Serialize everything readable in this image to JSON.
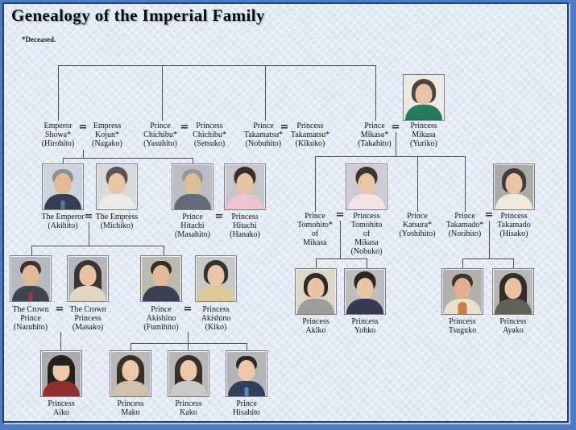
{
  "title": "Genealogy of the Imperial Family",
  "note": "*Deceased.",
  "symbols": {
    "marriage": "="
  },
  "people": {
    "emperor_showa": {
      "label": "Emperor\nShowa*\n(Hirohito)",
      "deceased": true
    },
    "empress_kojun": {
      "label": "Empress\nKojun*\n(Nagako)",
      "deceased": true
    },
    "prince_chichibu": {
      "label": "Prince\nChichibu*\n(Yasuhito)",
      "deceased": true
    },
    "princess_chichibu": {
      "label": "Princess\nChichibu*\n(Setsuko)",
      "deceased": true
    },
    "prince_takamatsu": {
      "label": "Prince\nTakamatsu*\n(Nobuhito)",
      "deceased": true
    },
    "princess_takamatsu": {
      "label": "Princess\nTakamatsu*\n(Kikuko)",
      "deceased": true
    },
    "prince_mikasa": {
      "label": "Prince\nMikasa*\n(Takahito)",
      "deceased": true
    },
    "princess_mikasa": {
      "label": "Princess\nMikasa\n(Yuriko)",
      "deceased": false
    },
    "the_emperor": {
      "label": "The Emperor\n(Akihito)",
      "deceased": false
    },
    "the_empress": {
      "label": "The Empress\n(Michiko)",
      "deceased": false
    },
    "prince_hitachi": {
      "label": "Prince\nHitachi\n(Masahito)",
      "deceased": false
    },
    "princess_hitachi": {
      "label": "Princess\nHitachi\n(Hanako)",
      "deceased": false
    },
    "prince_tomohito": {
      "label": "Prince\nTomohito*\nof\nMikasa",
      "deceased": true
    },
    "princess_tomohito": {
      "label": "Princess\nTomohito\nof\nMikasa\n(Nobuko)",
      "deceased": false
    },
    "prince_katsura": {
      "label": "Prince\nKatsura*\n(Yoshihito)",
      "deceased": true
    },
    "prince_takamado": {
      "label": "Prince\nTakamado*\n(Norihito)",
      "deceased": true
    },
    "princess_takamado": {
      "label": "Princess\nTakamado\n(Hisako)",
      "deceased": false
    },
    "crown_prince": {
      "label": "The Crown\nPrince\n(Naruhito)",
      "deceased": false
    },
    "crown_princess": {
      "label": "The Crown\nPrincess\n(Masako)",
      "deceased": false
    },
    "prince_akishino": {
      "label": "Prince\nAkishino\n(Fumihito)",
      "deceased": false
    },
    "princess_akishino": {
      "label": "Princess\nAkishino\n(Kiko)",
      "deceased": false
    },
    "princess_akiko": {
      "label": "Princess\nAkiko",
      "deceased": false
    },
    "princess_yohko": {
      "label": "Princess\nYohko",
      "deceased": false
    },
    "princess_tsuguko": {
      "label": "Princess\nTsuguko",
      "deceased": false
    },
    "princess_ayako": {
      "label": "Princess\nAyako",
      "deceased": false
    },
    "princess_aiko": {
      "label": "Princess\nAiko",
      "deceased": false
    },
    "princess_mako": {
      "label": "Princess\nMako",
      "deceased": false
    },
    "princess_kako": {
      "label": "Princess\nKako",
      "deceased": false
    },
    "prince_hisahito": {
      "label": "Prince\nHisahito",
      "deceased": false
    }
  },
  "relationships": [
    {
      "couple": [
        "emperor_showa",
        "empress_kojun"
      ],
      "children": [
        "the_emperor",
        "prince_hitachi"
      ]
    },
    {
      "couple": [
        "prince_chichibu",
        "princess_chichibu"
      ],
      "children": []
    },
    {
      "couple": [
        "prince_takamatsu",
        "princess_takamatsu"
      ],
      "children": []
    },
    {
      "couple": [
        "prince_mikasa",
        "princess_mikasa"
      ],
      "children": [
        "prince_tomohito",
        "prince_katsura",
        "prince_takamado"
      ]
    },
    {
      "couple": [
        "the_emperor",
        "the_empress"
      ],
      "children": [
        "crown_prince",
        "prince_akishino"
      ]
    },
    {
      "couple": [
        "prince_hitachi",
        "princess_hitachi"
      ],
      "children": []
    },
    {
      "couple": [
        "prince_tomohito",
        "princess_tomohito"
      ],
      "children": [
        "princess_akiko",
        "princess_yohko"
      ]
    },
    {
      "couple": [
        "prince_takamado",
        "princess_takamado"
      ],
      "children": [
        "princess_tsuguko",
        "princess_ayako"
      ]
    },
    {
      "couple": [
        "crown_prince",
        "crown_princess"
      ],
      "children": [
        "princess_aiko"
      ]
    },
    {
      "couple": [
        "prince_akishino",
        "princess_akishino"
      ],
      "children": [
        "princess_mako",
        "princess_kako",
        "prince_hisahito"
      ]
    }
  ],
  "top_generation_siblings": [
    "emperor_showa",
    "prince_chichibu",
    "prince_takamatsu",
    "prince_mikasa"
  ],
  "colors": {
    "frame_blue": "#4d7cc2",
    "frame_navy": "#1d4171",
    "paper": "#e4ebf5",
    "line": "#4d4d4d"
  }
}
